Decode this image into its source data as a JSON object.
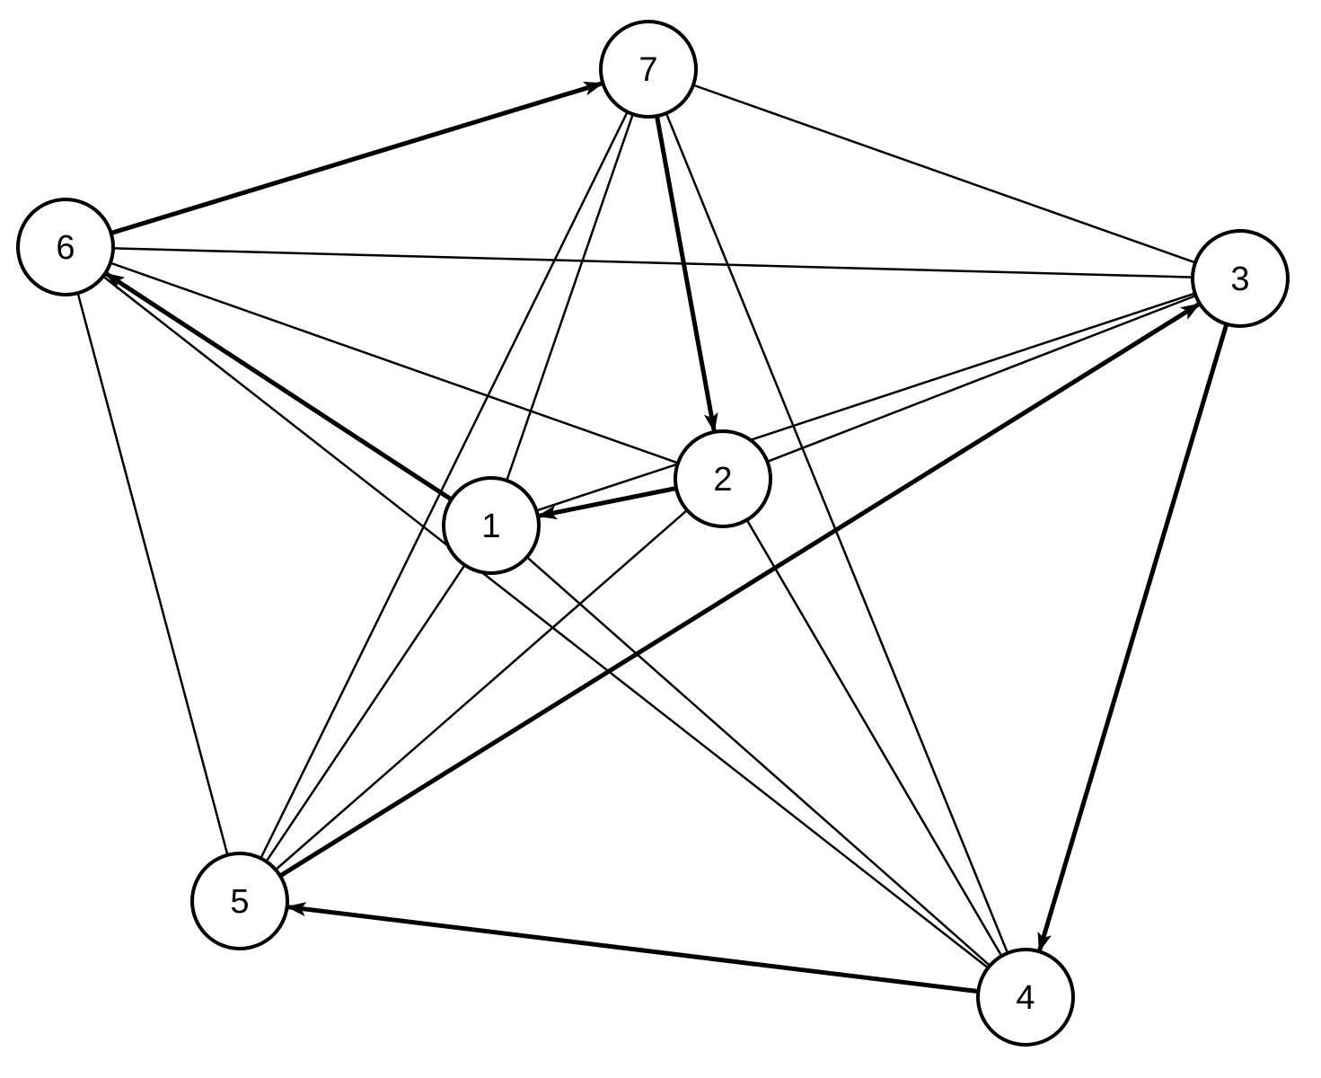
{
  "diagram": {
    "nodes": [
      {
        "id": "1",
        "label": "1"
      },
      {
        "id": "2",
        "label": "2"
      },
      {
        "id": "3",
        "label": "3"
      },
      {
        "id": "4",
        "label": "4"
      },
      {
        "id": "5",
        "label": "5"
      },
      {
        "id": "6",
        "label": "6"
      },
      {
        "id": "7",
        "label": "7"
      }
    ],
    "edges": [
      {
        "from": "1",
        "to": "4",
        "directed": false
      },
      {
        "from": "1",
        "to": "5",
        "directed": false
      },
      {
        "from": "1",
        "to": "7",
        "directed": false
      },
      {
        "from": "1",
        "to": "3",
        "directed": false
      },
      {
        "from": "2",
        "to": "3",
        "directed": false
      },
      {
        "from": "2",
        "to": "4",
        "directed": false
      },
      {
        "from": "2",
        "to": "5",
        "directed": false
      },
      {
        "from": "2",
        "to": "6",
        "directed": false
      },
      {
        "from": "3",
        "to": "6",
        "directed": false
      },
      {
        "from": "3",
        "to": "7",
        "directed": false
      },
      {
        "from": "4",
        "to": "6",
        "directed": false
      },
      {
        "from": "4",
        "to": "7",
        "directed": false
      },
      {
        "from": "5",
        "to": "6",
        "directed": false
      },
      {
        "from": "5",
        "to": "7",
        "directed": false
      },
      {
        "from": "6",
        "to": "7",
        "directed": true
      },
      {
        "from": "7",
        "to": "2",
        "directed": true
      },
      {
        "from": "2",
        "to": "1",
        "directed": true
      },
      {
        "from": "1",
        "to": "6",
        "directed": true
      },
      {
        "from": "3",
        "to": "4",
        "directed": true
      },
      {
        "from": "4",
        "to": "5",
        "directed": true
      },
      {
        "from": "5",
        "to": "3",
        "directed": true
      }
    ],
    "colors": {
      "stroke": "#000000",
      "node_fill": "#ffffff",
      "background": "#ffffff"
    }
  }
}
